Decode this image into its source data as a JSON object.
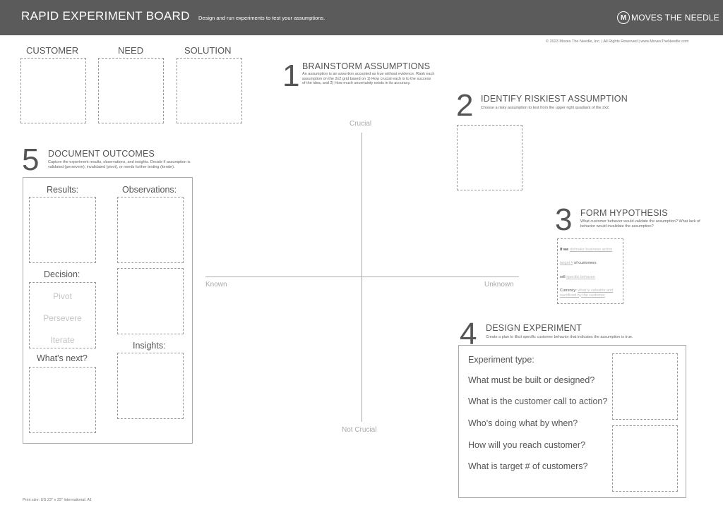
{
  "header": {
    "title": "RAPID EXPERIMENT BOARD",
    "subtitle": "Design and run experiments to test your assumptions.",
    "logo_text": "MOVES THE NEEDLE",
    "logo_mark": "M"
  },
  "copyright": "© 2023 Moves The Needle, Inc. | All Rights Reserved | www.MovesTheNeedle.com",
  "print_size": "Print size: US 23\" x 33\" International: A1",
  "columns": {
    "customer": "CUSTOMER",
    "need": "NEED",
    "solution": "SOLUTION"
  },
  "section1": {
    "number": "1",
    "title": "BRAINSTORM ASSUMPTIONS",
    "desc": "An assumption is an assertion accepted as true without evidence. Rank each assumption on the 2x2 grid based on 1) How crucial each is to the success of the idea, and 2) How much uncertainty exists in its accuracy."
  },
  "section2": {
    "number": "2",
    "title": "IDENTIFY RISKIEST ASSUMPTION",
    "desc": "Choose a risky assumption to test from the upper right quadrant of the 2x2."
  },
  "section3": {
    "number": "3",
    "title": "FORM HYPOTHESIS",
    "desc": "What customer behavior would validate the assumption? What lack of behavior would invalidate the assumption?",
    "lines": [
      {
        "prefix": "If we",
        "fill": "do/make business action",
        "suffix": ""
      },
      {
        "prefix": "",
        "fill": "target #",
        "suffix": "of customers"
      },
      {
        "prefix": "will",
        "fill": "specific behavior",
        "suffix": ""
      },
      {
        "prefix": "Currency:",
        "fill": "what is valuable and sacrificed by the customer",
        "suffix": ""
      }
    ]
  },
  "section4": {
    "number": "4",
    "title": "DESIGN EXPERIMENT",
    "desc": "Create a plan to illicit specific customer behavior that indicates the assumption is true.",
    "questions": [
      "Experiment type:",
      "What must be built or designed?",
      "What is the customer call to action?",
      "Who's doing what by when?",
      "How will you reach customer?",
      "What is target # of customers?"
    ]
  },
  "section5": {
    "number": "5",
    "title": "DOCUMENT OUTCOMES",
    "desc": "Capture the experiment results, observations, and insights. Decide if assumption is validated (persevere), invalidated (pivot), or needs further testing (iterate).",
    "results": "Results:",
    "observations": "Observations:",
    "decision": "Decision:",
    "options": [
      "Pivot",
      "Persevere",
      "Iterate"
    ],
    "whats_next": "What's next?",
    "insights": "Insights:"
  },
  "axis": {
    "top": "Crucial",
    "bottom": "Not Crucial",
    "left": "Known",
    "right": "Unknown"
  }
}
